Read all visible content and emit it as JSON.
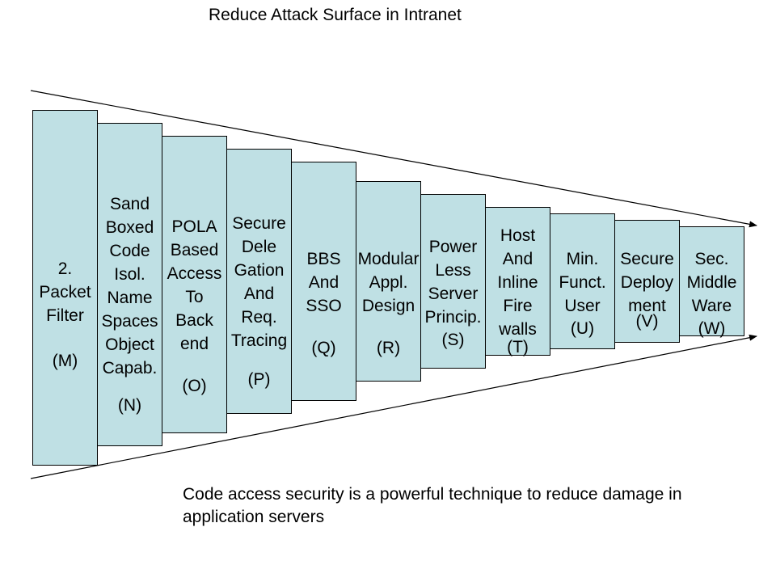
{
  "title": "Reduce Attack Surface in Intranet",
  "layers": [
    {
      "lines": [
        "2.",
        "Packet",
        "Filter"
      ],
      "code": "(M)"
    },
    {
      "lines": [
        "Sand",
        "Boxed",
        "Code",
        "Isol.",
        "Name",
        "Spaces",
        "Object",
        "Capab."
      ],
      "code": "(N)"
    },
    {
      "lines": [
        "POLA",
        "Based",
        "Access",
        "To",
        "Back",
        "end"
      ],
      "code": "(O)"
    },
    {
      "lines": [
        "Secure",
        "Dele",
        "Gation",
        "And",
        "Req.",
        "Tracing"
      ],
      "code": "(P)"
    },
    {
      "lines": [
        "BBS",
        "And",
        "SSO"
      ],
      "code": "(Q)"
    },
    {
      "lines": [
        "Modular",
        "Appl.",
        "Design"
      ],
      "code": "(R)"
    },
    {
      "lines": [
        "Power",
        "Less",
        "Server",
        "Princip."
      ],
      "code": "(S)"
    },
    {
      "lines": [
        "Host",
        "And",
        "Inline",
        "Fire",
        "walls"
      ],
      "code": "(T)"
    },
    {
      "lines": [
        "Min.",
        "Funct.",
        "User"
      ],
      "code": "(U)"
    },
    {
      "lines": [
        "Secure",
        "Deploy",
        "ment"
      ],
      "code": "(V)"
    },
    {
      "lines": [
        "Sec.",
        "Middle",
        "Ware"
      ],
      "code": "(W)"
    }
  ],
  "caption": "Code access security is a powerful technique to reduce damage in application servers"
}
